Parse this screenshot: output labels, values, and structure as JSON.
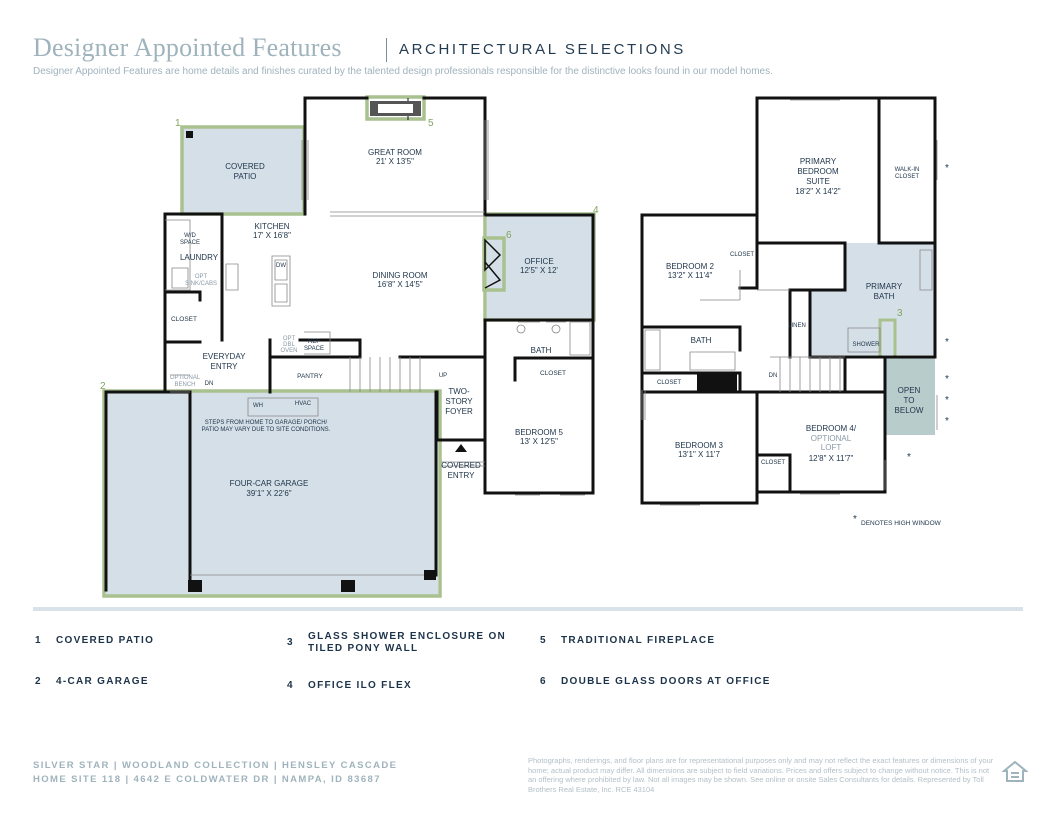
{
  "header": {
    "title": "Designer Appointed Features",
    "subtitle": "ARCHITECTURAL SELECTIONS",
    "description": "Designer Appointed Features are home details and finishes curated by the talented design professionals responsible for the distinctive looks found in our model homes."
  },
  "colors": {
    "accent_green": "#a9c18f",
    "room_fill": "#d5dfe7",
    "open_fill": "#b9cccc",
    "wall": "#111111",
    "title_color": "#9fb3bd",
    "navy": "#1d3349"
  },
  "first_floor": {
    "rooms": {
      "covered_patio": "COVERED PATIO",
      "great_room": "GREAT ROOM",
      "great_room_dim": "21' X 13'5\"",
      "kitchen": "KITCHEN",
      "kitchen_dim": "17' X 16'8\"",
      "dining_room": "DINING ROOM",
      "dining_room_dim": "16'8\" X 14'5\"",
      "office": "OFFICE",
      "office_dim": "12'5\" X 12'",
      "wd_space": "W/D SPACE",
      "laundry": "LAUNDRY",
      "opt_sink": "OPT SINK/CABS",
      "closet": "CLOSET",
      "everyday_entry": "EVERYDAY ENTRY",
      "optional_bench": "OPTIONAL BENCH",
      "pantry": "PANTRY",
      "opt_dbl_oven": "OPT DBL OVEN",
      "ref_space": "REF SPACE",
      "dw": "DW",
      "bath": "BATH",
      "closet2": "CLOSET",
      "two_story_foyer": "TWO- STORY FOYER",
      "bedroom5": "BEDROOM 5",
      "bedroom5_dim": "13' X 12'5\"",
      "covered_entry": "COVERED ENTRY",
      "garage": "FOUR-CAR GARAGE",
      "garage_dim": "39'1\" X 22'6\"",
      "wh": "WH",
      "hvac": "HVAC",
      "steps_note": "STEPS FROM HOME TO GARAGE/ PORCH/ PATIO MAY VARY DUE TO SITE CONDITIONS.",
      "dn": "DN",
      "up": "UP"
    },
    "markers": [
      "1",
      "2",
      "4",
      "5",
      "6"
    ]
  },
  "second_floor": {
    "rooms": {
      "primary_suite": "PRIMARY BEDROOM SUITE",
      "primary_suite_dim": "18'2\" X 14'2\"",
      "walkin_closet": "WALK-IN CLOSET",
      "bedroom2": "BEDROOM 2",
      "bedroom2_dim": "13'2\" X 11'4\"",
      "closet_a": "CLOSET",
      "primary_bath": "PRIMARY BATH",
      "linen": "LINEN",
      "shower": "SHOWER",
      "bath": "BATH",
      "closet_b": "CLOSET",
      "dn": "DN",
      "open_to_below": "OPEN TO BELOW",
      "bedroom3": "BEDROOM 3",
      "bedroom3_dim": "13'1\" X 11'7",
      "closet_c": "CLOSET",
      "bedroom4": "BEDROOM 4/",
      "optional_loft": "OPTIONAL LOFT",
      "bedroom4_dim": "12'8\" X 11'7\""
    },
    "markers": [
      "3"
    ],
    "high_window_note": "DENOTES HIGH WINDOW",
    "asterisk": "*"
  },
  "features": [
    {
      "num": "1",
      "text": "COVERED PATIO"
    },
    {
      "num": "2",
      "text": "4-CAR GARAGE"
    },
    {
      "num": "3",
      "text": "GLASS SHOWER ENCLOSURE ON TILED PONY WALL"
    },
    {
      "num": "4",
      "text": "OFFICE ILO FLEX"
    },
    {
      "num": "5",
      "text": "TRADITIONAL FIREPLACE"
    },
    {
      "num": "6",
      "text": "DOUBLE GLASS DOORS AT OFFICE"
    }
  ],
  "footer": {
    "line1": "SILVER STAR  |  WOODLAND COLLECTION  |  HENSLEY CASCADE",
    "line2": "HOME SITE 118  |  4642 E COLDWATER DR  |  NAMPA, ID 83687",
    "disclaimer": "Photographs, renderings, and floor plans are for representational purposes only and may not reflect the exact features or dimensions of your home; actual product may differ. All dimensions are subject to field variations. Prices and offers subject to change without notice. This is not an offering where prohibited by law. Not all images may be shown. See online or onsite Sales Consultants for details. Represented by Toll Brothers Real Estate, Inc. RCE 43104",
    "equal_housing_icon": "equal-housing-opportunity-icon"
  }
}
